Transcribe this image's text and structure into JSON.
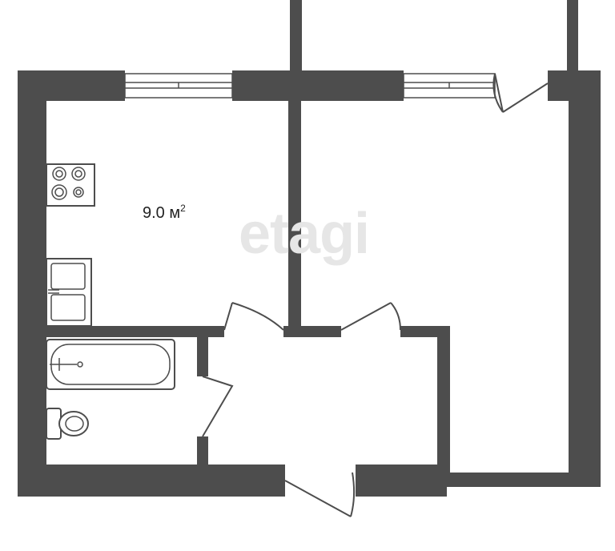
{
  "plan": {
    "rooms": [
      {
        "id": "kitchen",
        "area_value": "9.0",
        "area_unit": "м",
        "area_unit_power": "2"
      },
      {
        "id": "living-room"
      },
      {
        "id": "bathroom"
      },
      {
        "id": "hallway"
      },
      {
        "id": "balcony"
      }
    ],
    "watermark": "etagi",
    "colors": {
      "wall": "#4d4d4d",
      "background": "#ffffff",
      "watermark": "#e6e6e6"
    }
  }
}
